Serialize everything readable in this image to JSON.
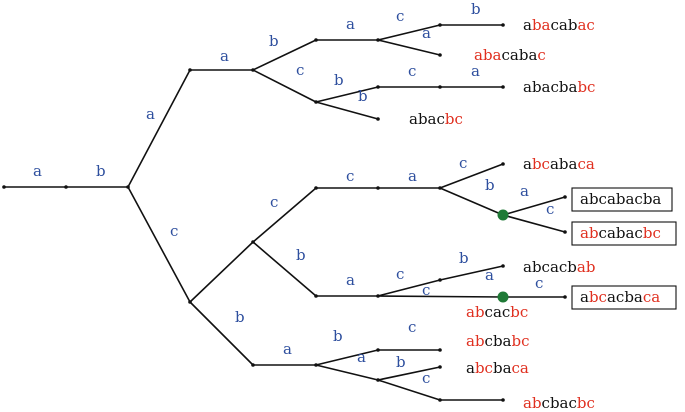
{
  "colors": {
    "edge": "#111111",
    "edge_label": "#2e4f9e",
    "leaf_text": "#111111",
    "leaf_highlight": "#e03020",
    "marker": "#1f7a36"
  },
  "edge_labels": [
    "a",
    "b",
    "a",
    "c",
    "a",
    "b",
    "a",
    "c",
    "b",
    "a",
    "c",
    "b",
    "c",
    "a",
    "b",
    "c",
    "c",
    "a",
    "c",
    "b",
    "a",
    "c",
    "b",
    "a",
    "c",
    "b",
    "a",
    "c",
    "c",
    "b",
    "a",
    "b",
    "c",
    "a",
    "b",
    "c"
  ],
  "leaves": [
    {
      "segments": [
        {
          "t": "a",
          "h": false
        },
        {
          "t": "ba",
          "h": true
        },
        {
          "t": "cab",
          "h": false
        },
        {
          "t": "ac",
          "h": true
        }
      ],
      "boxed": false
    },
    {
      "segments": [
        {
          "t": "aba",
          "h": true
        },
        {
          "t": "caba",
          "h": false
        },
        {
          "t": "c",
          "h": true
        }
      ],
      "boxed": false
    },
    {
      "segments": [
        {
          "t": "abacba",
          "h": false
        },
        {
          "t": "bc",
          "h": true
        }
      ],
      "boxed": false
    },
    {
      "segments": [
        {
          "t": "abac",
          "h": false
        },
        {
          "t": "bc",
          "h": true
        }
      ],
      "boxed": false
    },
    {
      "segments": [
        {
          "t": "a",
          "h": false
        },
        {
          "t": "bc",
          "h": true
        },
        {
          "t": "aba",
          "h": false
        },
        {
          "t": "ca",
          "h": true
        }
      ],
      "boxed": false
    },
    {
      "segments": [
        {
          "t": "abcabacba",
          "h": false
        }
      ],
      "boxed": true
    },
    {
      "segments": [
        {
          "t": "ab",
          "h": true
        },
        {
          "t": "cabac",
          "h": false
        },
        {
          "t": "bc",
          "h": true
        }
      ],
      "boxed": true
    },
    {
      "segments": [
        {
          "t": "abcacb",
          "h": false
        },
        {
          "t": "ab",
          "h": true
        }
      ],
      "boxed": false
    },
    {
      "segments": [
        {
          "t": "ab",
          "h": true
        },
        {
          "t": "cac",
          "h": false
        },
        {
          "t": "bc",
          "h": true
        }
      ],
      "boxed": false
    },
    {
      "segments": [
        {
          "t": "a",
          "h": false
        },
        {
          "t": "bc",
          "h": true
        },
        {
          "t": "acba",
          "h": false
        },
        {
          "t": "ca",
          "h": true
        }
      ],
      "boxed": true
    },
    {
      "segments": [
        {
          "t": "ab",
          "h": true
        },
        {
          "t": "cba",
          "h": false
        },
        {
          "t": "bc",
          "h": true
        }
      ],
      "boxed": false
    },
    {
      "segments": [
        {
          "t": "a",
          "h": false
        },
        {
          "t": "bc",
          "h": true
        },
        {
          "t": "ba",
          "h": false
        },
        {
          "t": "ca",
          "h": true
        }
      ],
      "boxed": false
    },
    {
      "segments": [
        {
          "t": "ab",
          "h": true
        },
        {
          "t": "cbac",
          "h": false
        },
        {
          "t": "bc",
          "h": true
        }
      ],
      "boxed": false
    }
  ]
}
